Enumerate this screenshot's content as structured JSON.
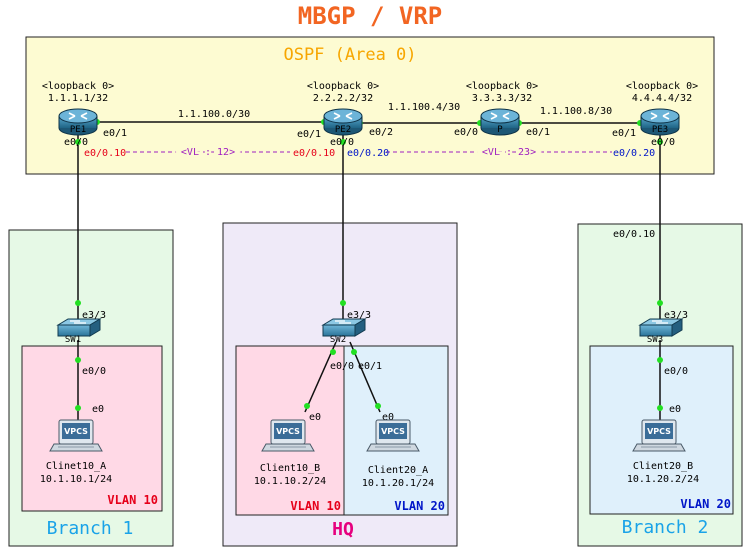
{
  "title": "MBGP / VRP",
  "ospf_label": "OSPF (Area 0)",
  "areas": {
    "branch1": "Branch 1",
    "hq": "HQ",
    "branch2": "Branch 2"
  },
  "vlan_labels": {
    "b1_v10": "VLAN 10",
    "hq_v10": "VLAN 10",
    "hq_v20": "VLAN 20",
    "b2_v20": "VLAN 20"
  },
  "routers": {
    "pe1": {
      "name": "PE1",
      "loopback": "<loopback 0>",
      "ip": "1.1.1.1/32"
    },
    "pe2": {
      "name": "PE2",
      "loopback": "<loopback 0>",
      "ip": "2.2.2.2/32"
    },
    "p": {
      "name": "P",
      "loopback": "<loopback 0>",
      "ip": "3.3.3.3/32"
    },
    "pe3": {
      "name": "PE3",
      "loopback": "<loopback 0>",
      "ip": "4.4.4.4/32"
    }
  },
  "links": {
    "pe1_pe2": "1.1.100.0/30",
    "pe2_p": "1.1.100.4/30",
    "p_pe3": "1.1.100.8/30"
  },
  "virtual_links": {
    "vl12": "<VL : 12>",
    "vl23": "<VL : 23>"
  },
  "interfaces": {
    "pe1_e01": "e0/1",
    "pe1_e00": "e0/0",
    "pe1_sub": "e0/0.10",
    "pe2_e01": "e0/1",
    "pe2_e02": "e0/2",
    "pe2_e00": "e0/0",
    "pe2_sub10": "e0/0.10",
    "pe2_sub20": "e0/0.20",
    "p_e00": "e0/0",
    "p_e01": "e0/1",
    "pe3_e01": "e0/1",
    "pe3_e00": "e0/0",
    "pe3_sub20": "e0/0.20",
    "pe3_sub10": "e0/0.10",
    "sw1_e33": "e3/3",
    "sw1_e00": "e0/0",
    "sw2_e33": "e3/3",
    "sw2_e00": "e0/0",
    "sw2_e01": "e0/1",
    "sw3_e33": "e3/3",
    "sw3_e00": "e0/0",
    "c1_e0": "e0",
    "c2_e0": "e0",
    "c3_e0": "e0",
    "c4_e0": "e0"
  },
  "switches": {
    "sw1": "SW1",
    "sw2": "SW2",
    "sw3": "SW3"
  },
  "pc_icon_label": "VPCS",
  "clients": {
    "c1": {
      "name": "Clinet10_A",
      "ip": "10.1.10.1/24"
    },
    "c2": {
      "name": "Client10_B",
      "ip": "10.1.10.2/24"
    },
    "c3": {
      "name": "Client20_A",
      "ip": "10.1.20.1/24"
    },
    "c4": {
      "name": "Client20_B",
      "ip": "10.1.20.2/24"
    }
  },
  "colors": {
    "title": "#f26522",
    "ospf_box": "#fdfbd2",
    "ospf_text": "#f7a600",
    "branch_box": "#e6f9e6",
    "branch_text": "#1aa3e8",
    "hq_box": "#efeaf8",
    "hq_text": "#e6007e",
    "vlan10_box": "#ffd9e6",
    "vlan20_box": "#dff0fb",
    "vlan10_text": "#e6001a",
    "vlan20_text": "#0015c8",
    "vl_line": "#a020c0",
    "link_dot": "#22e022",
    "router": "#2e7fa6"
  }
}
